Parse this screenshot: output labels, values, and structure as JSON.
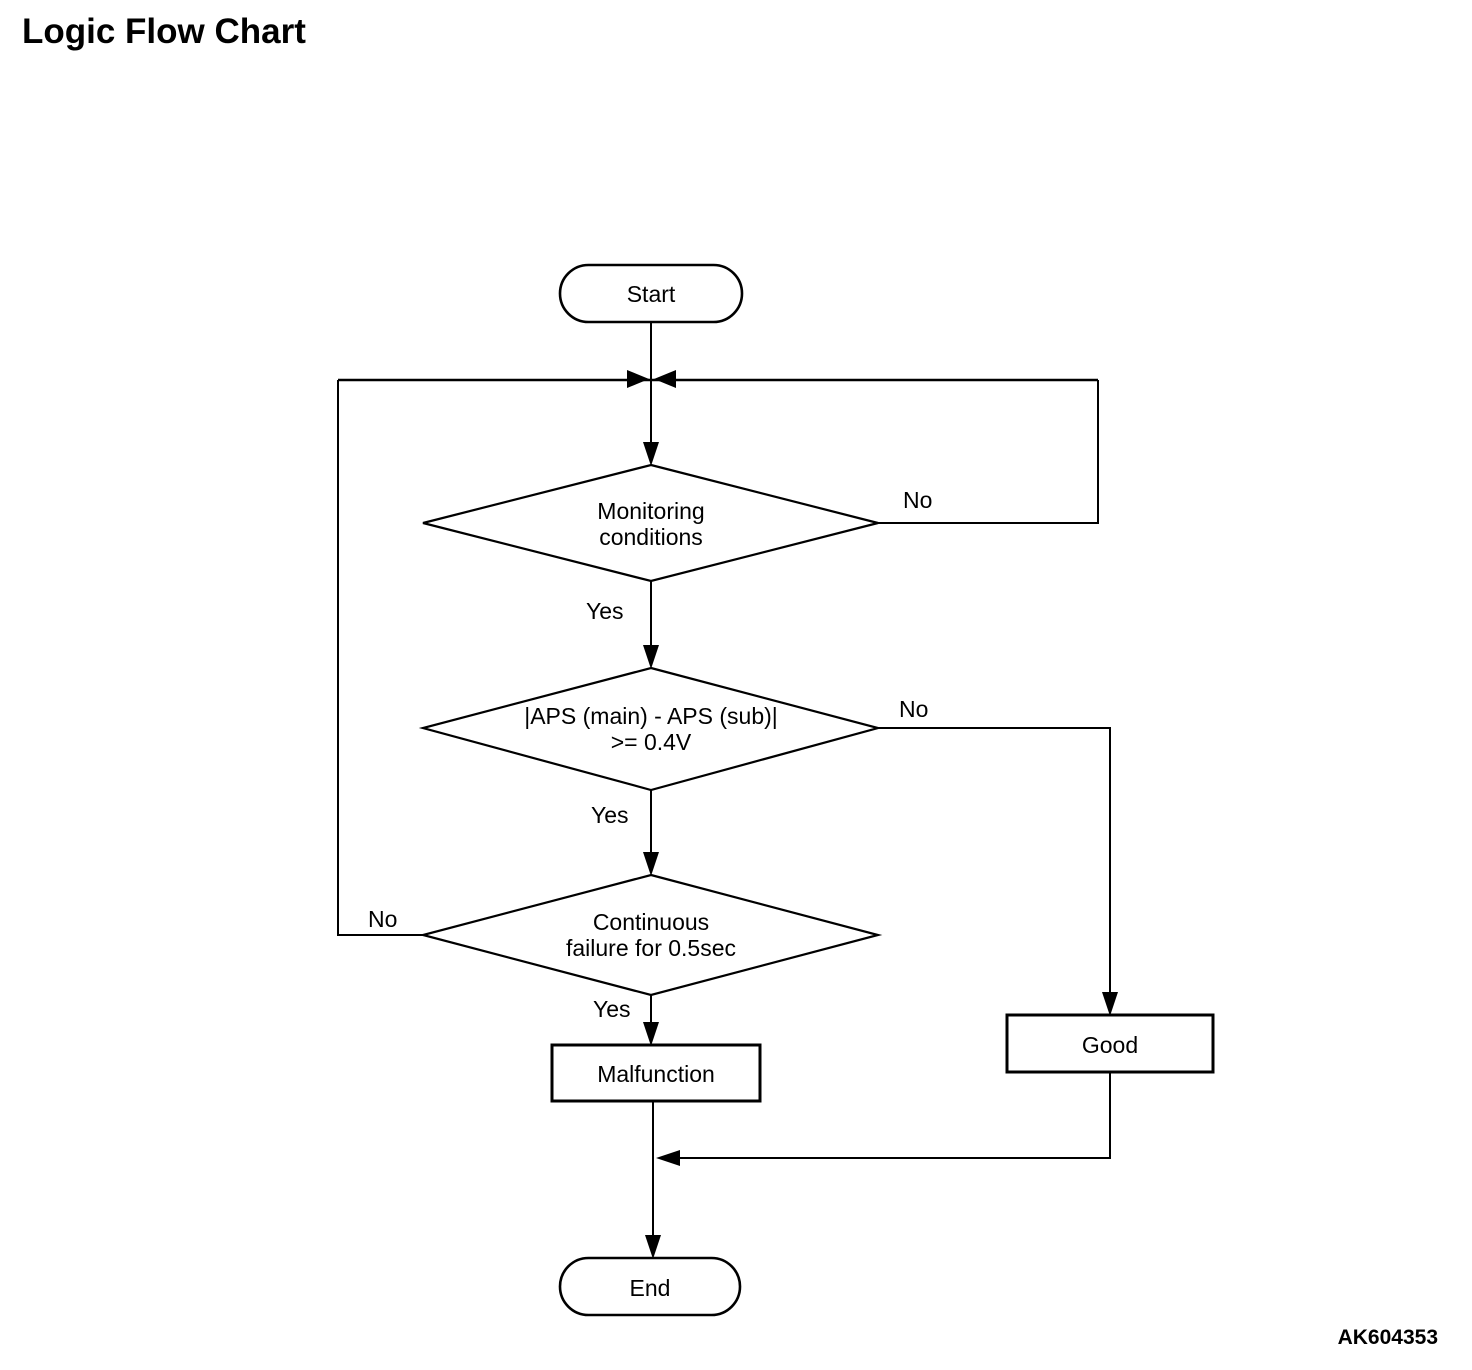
{
  "title": "Logic Flow Chart",
  "figure_id": "AK604353",
  "nodes": {
    "start": {
      "type": "terminator",
      "label": "Start"
    },
    "monitoring": {
      "type": "decision",
      "label": "Monitoring\nconditions"
    },
    "aps": {
      "type": "decision",
      "label": "|APS (main) - APS (sub)|\n>= 0.4V"
    },
    "continuous": {
      "type": "decision",
      "label": "Continuous\nfailure for 0.5sec"
    },
    "malfunction": {
      "type": "process",
      "label": "Malfunction"
    },
    "good": {
      "type": "process",
      "label": "Good"
    },
    "end": {
      "type": "terminator",
      "label": "End"
    }
  },
  "edges": {
    "monitoring_yes": "Yes",
    "monitoring_no": "No",
    "aps_yes": "Yes",
    "aps_no": "No",
    "continuous_yes": "Yes",
    "continuous_no": "No"
  },
  "colors": {
    "line": "#000000",
    "background": "#ffffff",
    "text": "#000000"
  }
}
